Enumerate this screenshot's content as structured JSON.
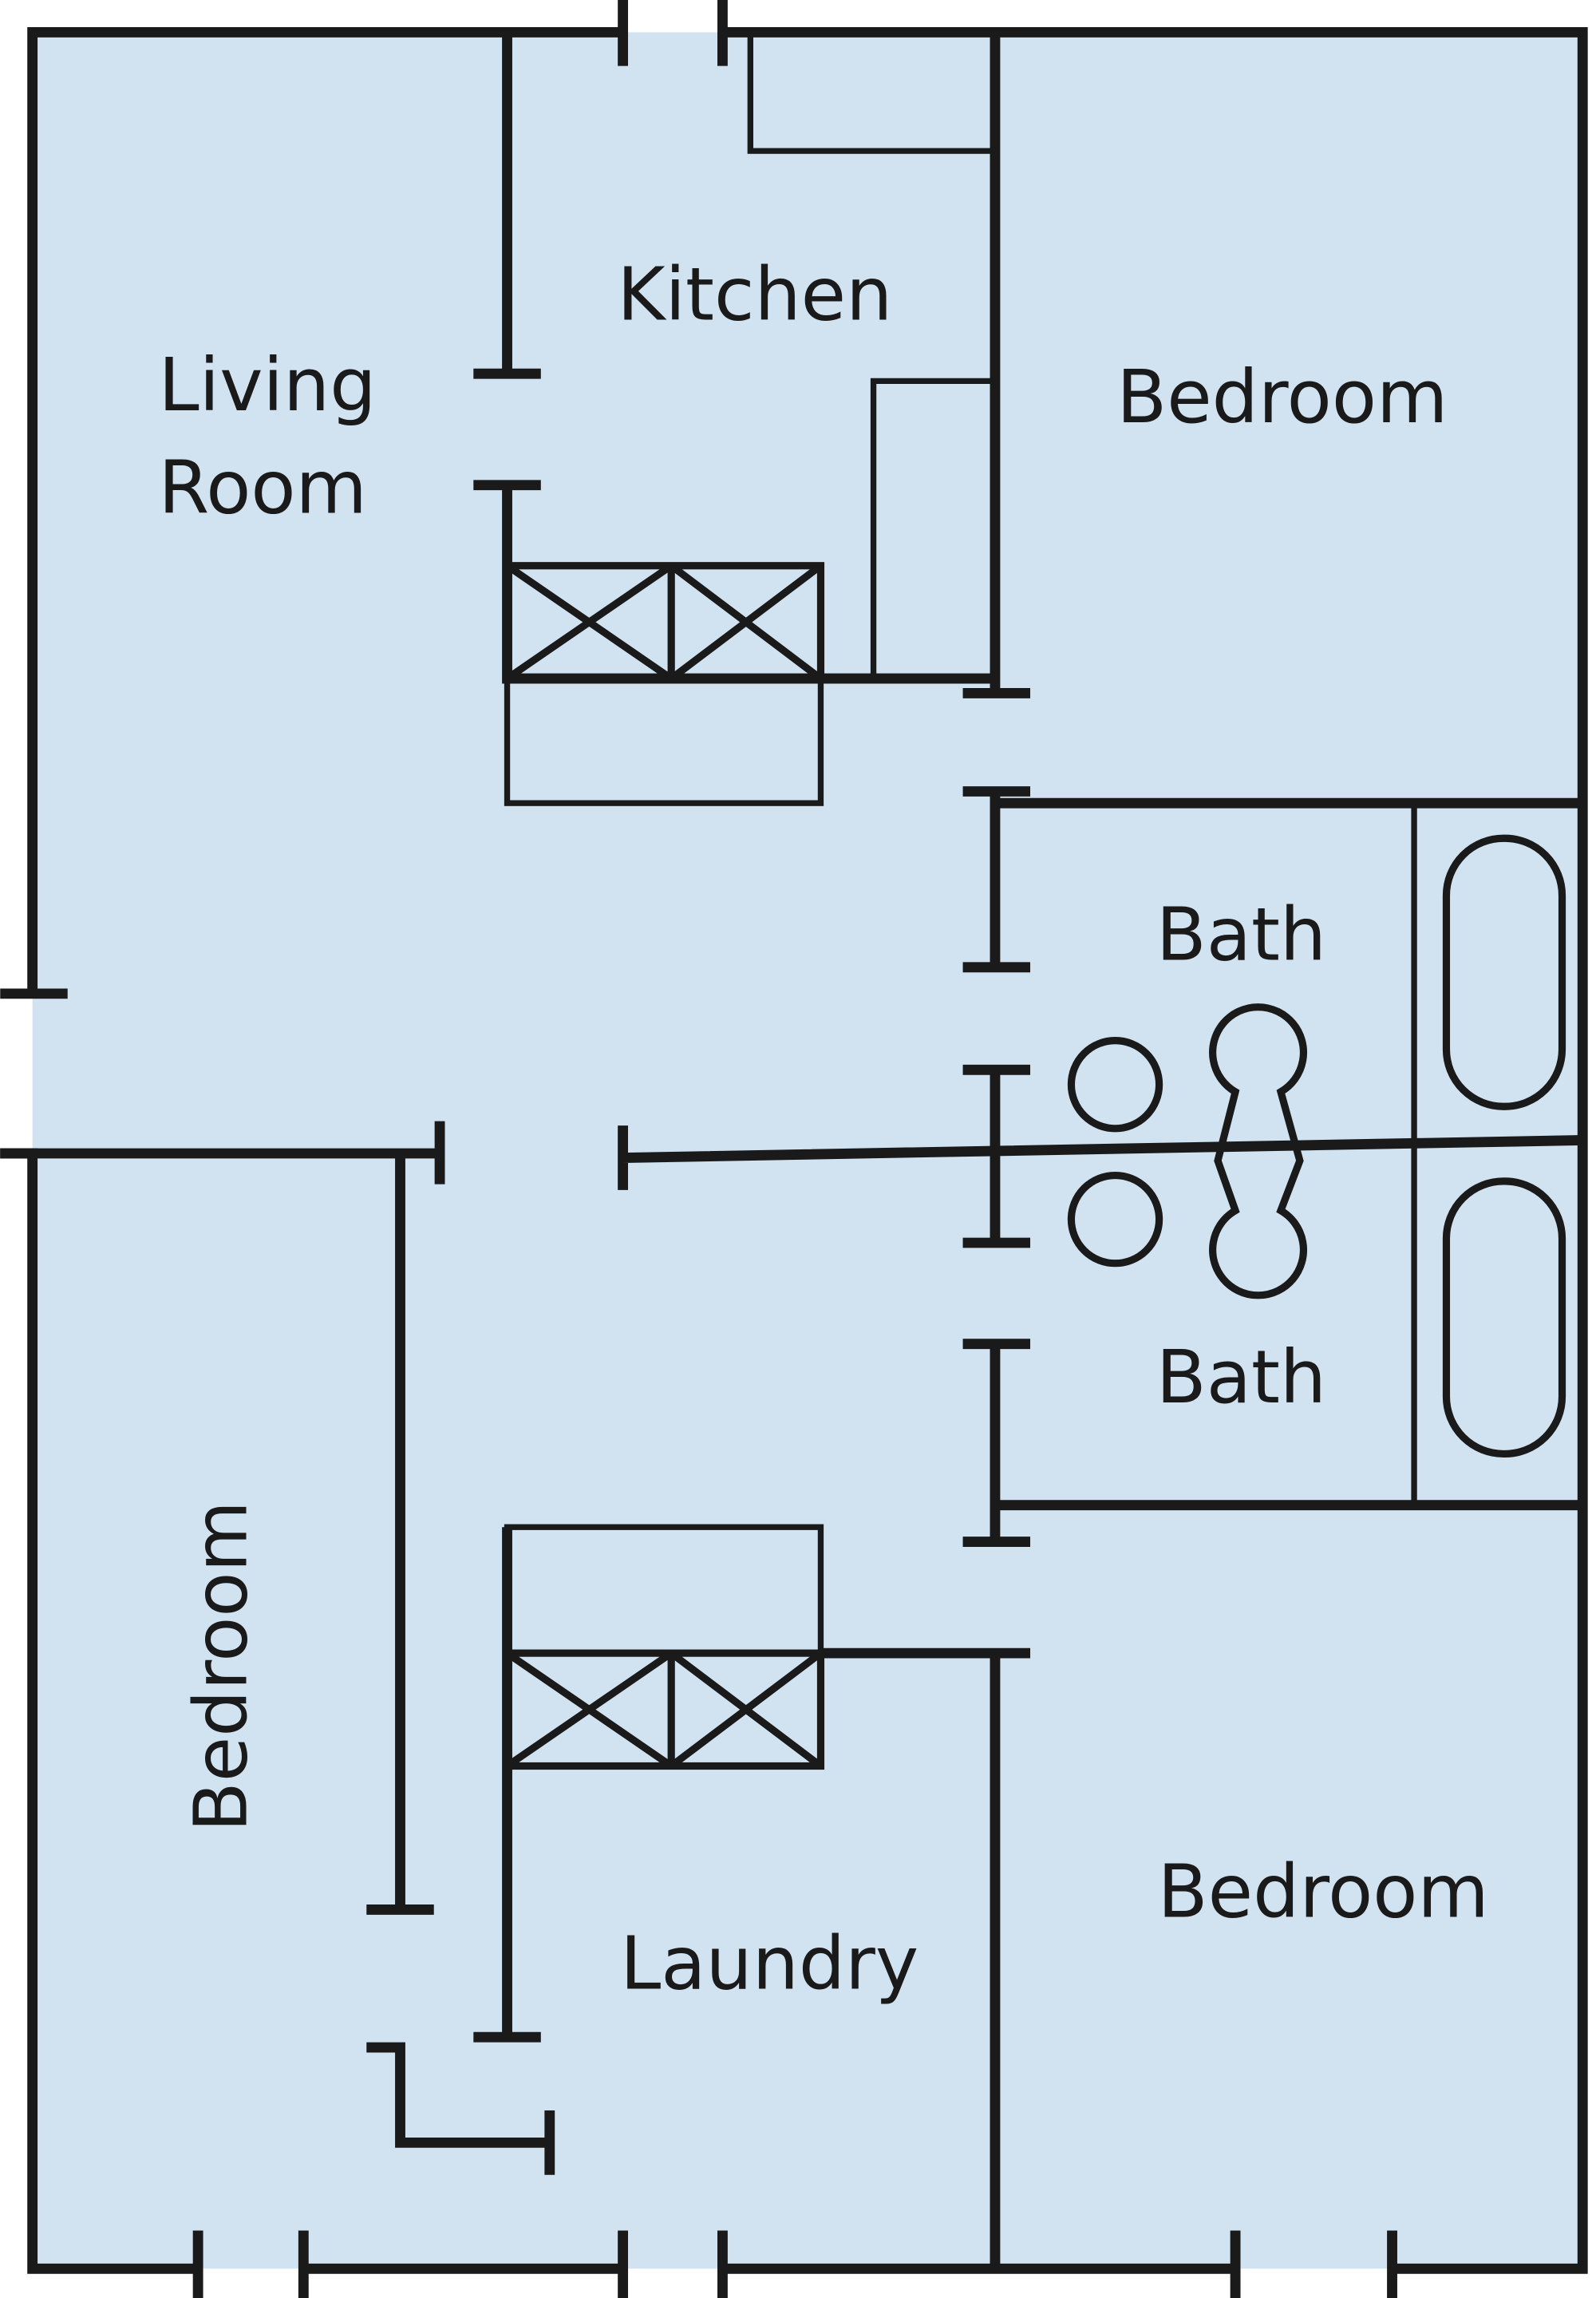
{
  "plan": {
    "colors": {
      "floor": "#d1e3f1",
      "wall": "#1a1a1a"
    },
    "rooms": {
      "living_line1": "Living",
      "living_line2": "Room",
      "kitchen": "Kitchen",
      "bedroom_top_right": "Bedroom",
      "bath_upper": "Bath",
      "bath_lower": "Bath",
      "bedroom_left": "Bedroom",
      "laundry": "Laundry",
      "bedroom_bottom_right": "Bedroom"
    }
  }
}
